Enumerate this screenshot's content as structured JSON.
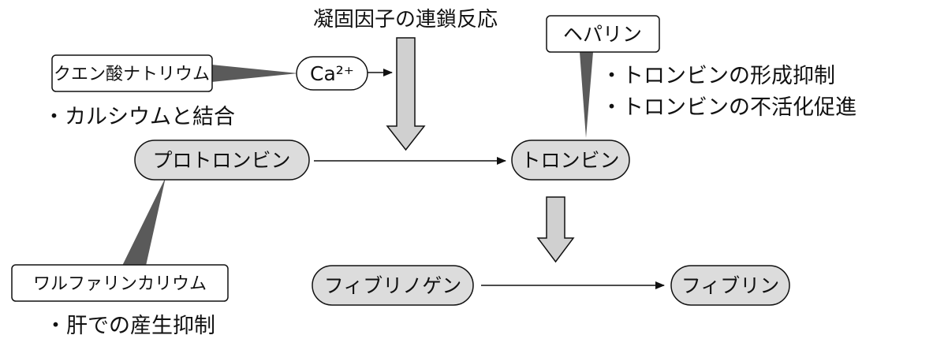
{
  "top_label": "凝固因子の連鎖反応",
  "nodes": {
    "citrate": "クエン酸ナトリウム",
    "calcium": "Ca²⁺",
    "heparin": "ヘパリン",
    "prothrombin": "プロトロンビン",
    "thrombin": "トロンビン",
    "warfarin": "ワルファリンカリウム",
    "fibrinogen": "フィブリノゲン",
    "fibrin": "フィブリン"
  },
  "notes": {
    "citrate": [
      "・カルシウムと結合"
    ],
    "heparin": [
      "・トロンビンの形成抑制",
      "・トロンビンの不活化促進"
    ],
    "warfarin": [
      "・肝での産生抑制"
    ]
  },
  "colors": {
    "line": "#111111",
    "node_fill": "#dcdcdc",
    "drug_fill": "#ffffff",
    "wedge": "#5a5a5a",
    "big_arrow_fill": "#d0d0d0"
  }
}
